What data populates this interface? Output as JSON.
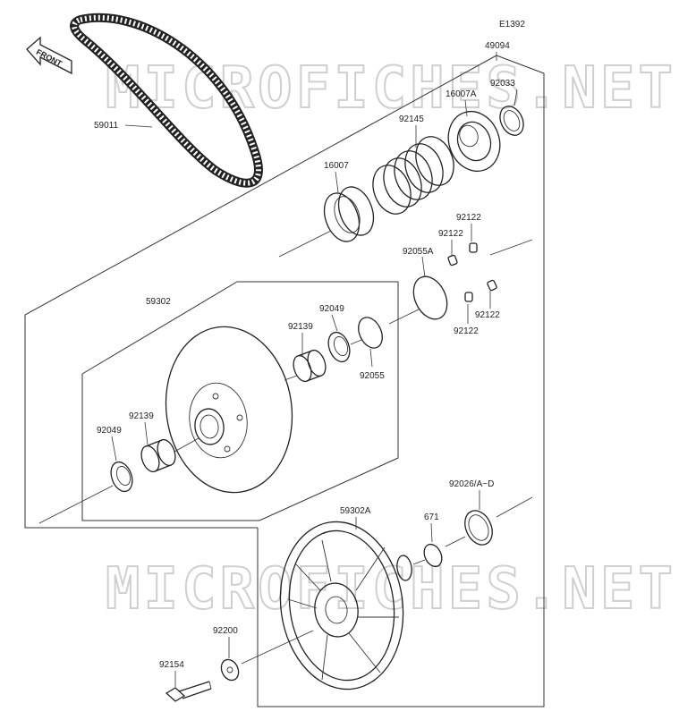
{
  "diagram": {
    "code": "E1392",
    "front_label": "FRONT",
    "watermark": "MICROFICHES.NET",
    "parts": [
      {
        "id": "49094"
      },
      {
        "id": "92033"
      },
      {
        "id": "16007A"
      },
      {
        "id": "92145"
      },
      {
        "id": "59011"
      },
      {
        "id": "16007"
      },
      {
        "id": "92122a",
        "label": "92122"
      },
      {
        "id": "92122b",
        "label": "92122"
      },
      {
        "id": "92055A"
      },
      {
        "id": "92122c",
        "label": "92122"
      },
      {
        "id": "92122d",
        "label": "92122"
      },
      {
        "id": "59302"
      },
      {
        "id": "92049a",
        "label": "92049"
      },
      {
        "id": "92139a",
        "label": "92139"
      },
      {
        "id": "92055"
      },
      {
        "id": "92139b",
        "label": "92139"
      },
      {
        "id": "92049b",
        "label": "92049"
      },
      {
        "id": "92026",
        "label": "92026/A~D"
      },
      {
        "id": "59302A"
      },
      {
        "id": "671"
      },
      {
        "id": "92200"
      },
      {
        "id": "92154"
      }
    ]
  }
}
